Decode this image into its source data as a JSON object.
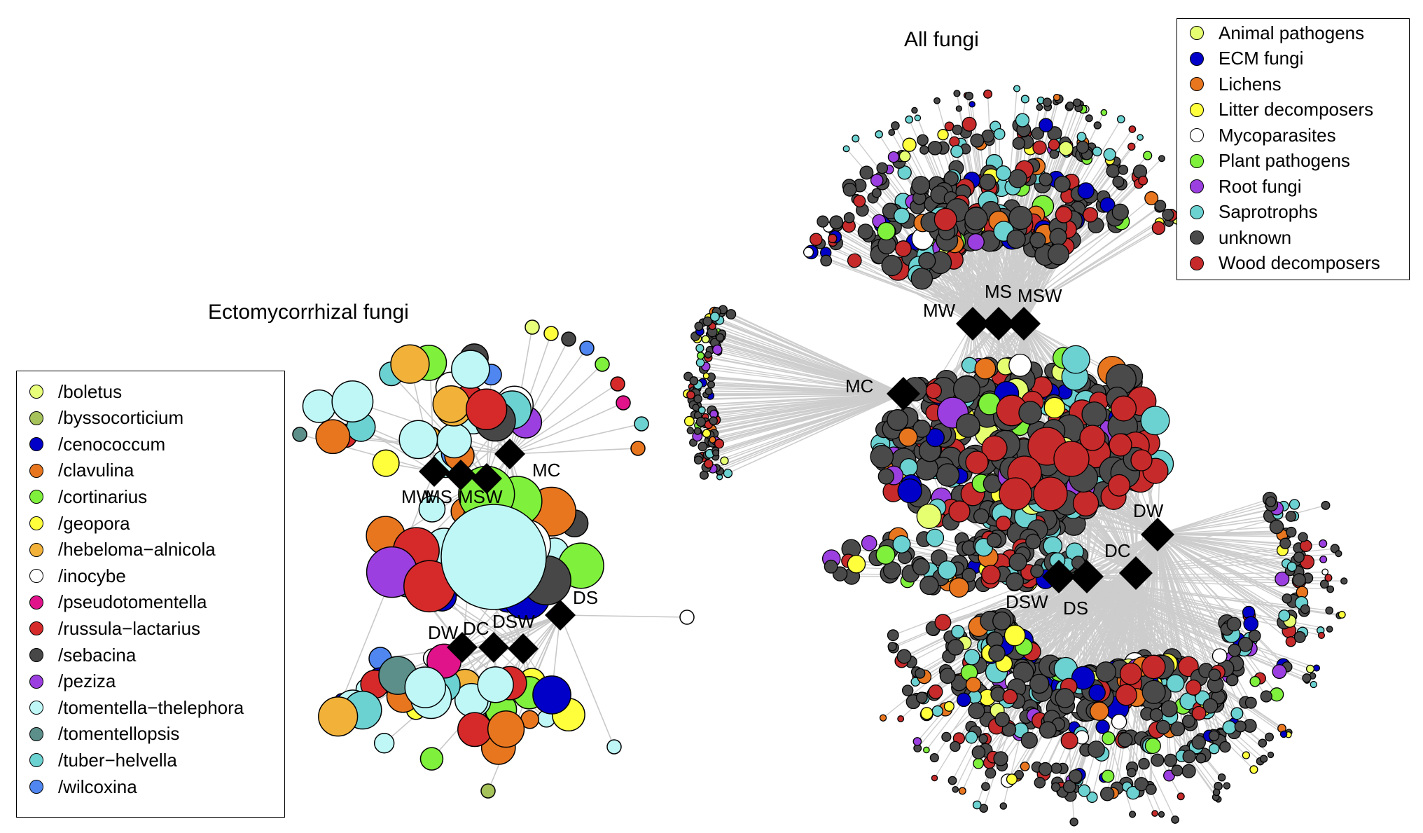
{
  "panels": {
    "ecm": {
      "title": "Ectomycorrhizal fungi",
      "samples": [
        "MC",
        "MW",
        "MS",
        "MSW",
        "DC",
        "DW",
        "DS",
        "DSW"
      ],
      "legend": [
        {
          "label": "/boletus",
          "color": "#e8ff7a"
        },
        {
          "label": "/byssocorticium",
          "color": "#a6c25a"
        },
        {
          "label": "/cenococcum",
          "color": "#0000c8"
        },
        {
          "label": "/clavulina",
          "color": "#e8761f"
        },
        {
          "label": "/cortinarius",
          "color": "#7ff03c"
        },
        {
          "label": "/geopora",
          "color": "#ffff3c"
        },
        {
          "label": "/hebeloma−alnicola",
          "color": "#f2b23a"
        },
        {
          "label": "/inocybe",
          "color": "#ffffff"
        },
        {
          "label": "/pseudotomentella",
          "color": "#e0138a"
        },
        {
          "label": "/russula−lactarius",
          "color": "#d62a2a"
        },
        {
          "label": "/sebacina",
          "color": "#474747"
        },
        {
          "label": "/peziza",
          "color": "#9b3fe0"
        },
        {
          "label": "/tomentella−thelephora",
          "color": "#bff7f7"
        },
        {
          "label": "/tomentellopsis",
          "color": "#5c8f8a"
        },
        {
          "label": "/tuber−helvella",
          "color": "#6cd1d1"
        },
        {
          "label": "/wilcoxina",
          "color": "#4f86f0"
        }
      ]
    },
    "all": {
      "title": "All fungi",
      "samples": [
        "MW",
        "MS",
        "MSW",
        "MC",
        "DW",
        "DC",
        "DSW",
        "DS"
      ],
      "legend": [
        {
          "label": "Animal pathogens",
          "color": "#e6ff70"
        },
        {
          "label": "ECM fungi",
          "color": "#0000c8"
        },
        {
          "label": "Lichens",
          "color": "#e8761f"
        },
        {
          "label": "Litter decomposers",
          "color": "#ffff3c"
        },
        {
          "label": "Mycoparasites",
          "color": "#ffffff"
        },
        {
          "label": "Plant pathogens",
          "color": "#7ff03c"
        },
        {
          "label": "Root fungi",
          "color": "#9b3fe0"
        },
        {
          "label": "Saprotrophs",
          "color": "#6cd1d1"
        },
        {
          "label": "unknown",
          "color": "#4a4a4a"
        },
        {
          "label": "Wood decomposers",
          "color": "#c62a2a"
        }
      ]
    }
  }
}
